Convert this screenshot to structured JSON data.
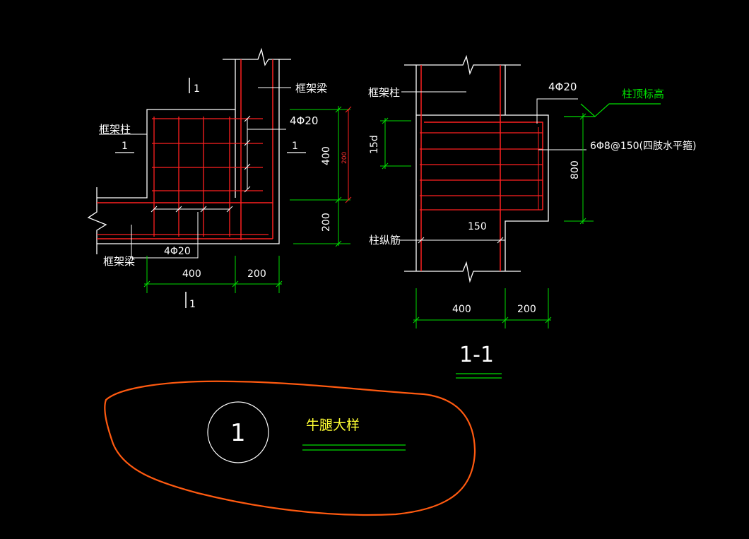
{
  "labels": {
    "plan_section_mark_top": "1",
    "plan_section_mark_bottom": "1",
    "plan_section_mark_left": "1",
    "plan_section_mark_right": "1",
    "frame_beam_top": "框架梁",
    "frame_column_left": "框架柱",
    "frame_beam_bottom": "框架梁",
    "rebar_4phi20_right": "4Φ20",
    "rebar_4phi20_bottom": "4Φ20",
    "dim_400_vertical": "400",
    "dim_200_vertical": "200",
    "dim_200_red": "200",
    "dim_400_horizontal": "400",
    "dim_200_horizontal": "200",
    "section_frame_column": "框架柱",
    "section_4phi20": "4Φ20",
    "section_column_top_elevation": "柱顶标高",
    "section_stirrups": "6Φ8@150(四肢水平箍)",
    "section_15d": "15d",
    "section_800": "800",
    "section_150": "150",
    "section_column_long_bars": "柱纵筋",
    "section_dim_400": "400",
    "section_dim_200": "200",
    "section_title": "1-1",
    "detail_number": "1",
    "detail_title": "牛腿大样"
  },
  "colors": {
    "background": "#000000",
    "lines": "#ffffff",
    "rebar": "#ff2020",
    "dimension": "#00dd00",
    "title_text": "#ffff33",
    "cloud": "#ff5a10"
  }
}
